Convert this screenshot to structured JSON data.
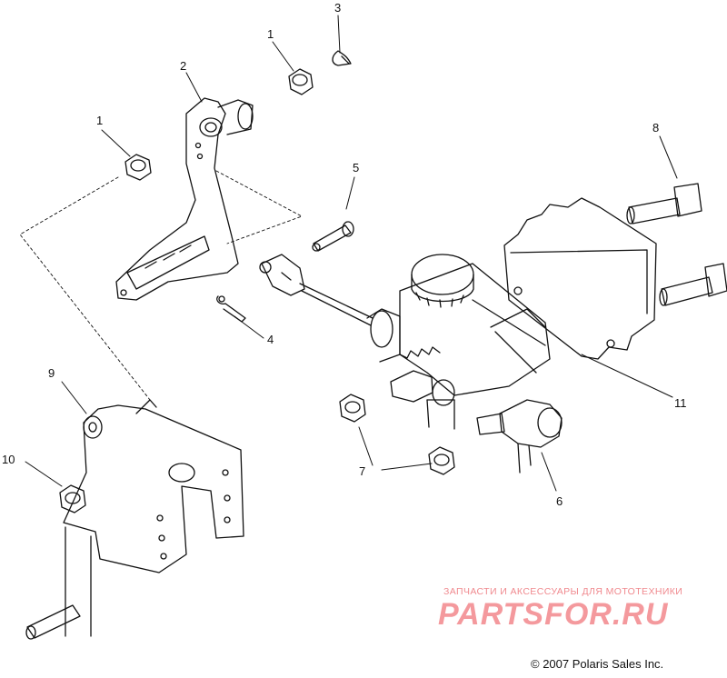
{
  "callouts": [
    {
      "id": "c1a",
      "text": "1"
    },
    {
      "id": "c1b",
      "text": "1"
    },
    {
      "id": "c2",
      "text": "2"
    },
    {
      "id": "c3",
      "text": "3"
    },
    {
      "id": "c4",
      "text": "4"
    },
    {
      "id": "c5",
      "text": "5"
    },
    {
      "id": "c6",
      "text": "6"
    },
    {
      "id": "c7",
      "text": "7"
    },
    {
      "id": "c8",
      "text": "8"
    },
    {
      "id": "c9",
      "text": "9"
    },
    {
      "id": "c10",
      "text": "10"
    },
    {
      "id": "c11",
      "text": "11"
    }
  ],
  "watermark": {
    "tagline": "ЗАПЧАСТИ И АКСЕССУАРЫ ДЛЯ МОТОТЕХНИКИ",
    "logo": "PARTSFOR.RU"
  },
  "copyright": "© 2007 Polaris Sales Inc."
}
